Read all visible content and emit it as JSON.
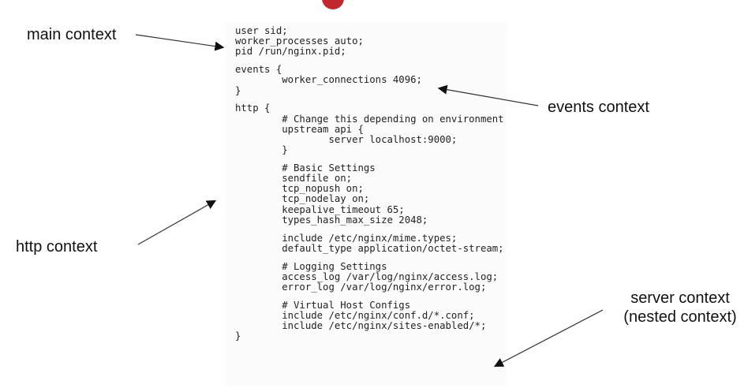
{
  "labels": {
    "main": "main context",
    "events": "events context",
    "http": "http context",
    "server_line1": "server context",
    "server_line2": "(nested context)"
  },
  "code_lines": [
    "user sid;",
    "worker_processes auto;",
    "pid /run/nginx.pid;",
    "",
    "events {",
    "        worker_connections 4096;",
    "}",
    "",
    "http {",
    "        # Change this depending on environment",
    "        upstream api {",
    "                server localhost:9000;",
    "        }",
    "",
    "        # Basic Settings",
    "        sendfile on;",
    "        tcp_nopush on;",
    "        tcp_nodelay on;",
    "        keepalive_timeout 65;",
    "        types_hash_max_size 2048;",
    "",
    "        include /etc/nginx/mime.types;",
    "        default_type application/octet-stream;",
    "",
    "        # Logging Settings",
    "        access_log /var/log/nginx/access.log;",
    "        error_log /var/log/nginx/error.log;",
    "",
    "        # Virtual Host Configs",
    "        include /etc/nginx/conf.d/*.conf;",
    "        include /etc/nginx/sites-enabled/*;",
    "}"
  ],
  "colors": {
    "text": "#111111",
    "code": "#222222",
    "arrow": "#333333",
    "logo_fragment": "#c1272d"
  }
}
